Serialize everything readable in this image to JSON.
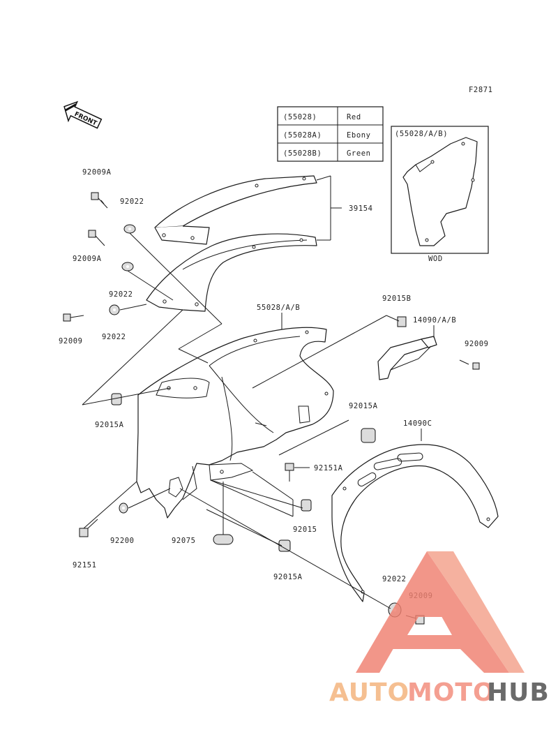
{
  "diagram_code": "F2871",
  "front_arrow_label": "FRONT",
  "color_table": [
    {
      "code": "(55028)",
      "color": "Red"
    },
    {
      "code": "(55028A)",
      "color": "Ebony"
    },
    {
      "code": "(55028B)",
      "color": "Green"
    }
  ],
  "inset": {
    "title": "(55028/A/B)",
    "caption": "WOD"
  },
  "part_labels": {
    "p92009A_top": "92009A",
    "p92022_top": "92022",
    "p92009A_mid": "92009A",
    "p92022_mid": "92022",
    "p92009_left": "92009",
    "p92022_left": "92022",
    "p39154": "39154",
    "p55028": "55028/A/B",
    "p92015B": "92015B",
    "p14090": "14090/A/B",
    "p92009_right": "92009",
    "p92015A_left": "92015A",
    "p92015A_right": "92015A",
    "p14090C": "14090C",
    "p92151A": "92151A",
    "p92015": "92015",
    "p92200": "92200",
    "p92075": "92075",
    "p92015A_bottom": "92015A",
    "p92151": "92151",
    "p92022_bottom": "92022",
    "p92009_bottom": "92009"
  },
  "watermark": {
    "part1": "AUTO",
    "part2": "MOTO",
    "part3": "HUB",
    "color_light": "#f4b27a",
    "color_mid": "#f28a7a",
    "color_dark": "#4a4a4a"
  }
}
